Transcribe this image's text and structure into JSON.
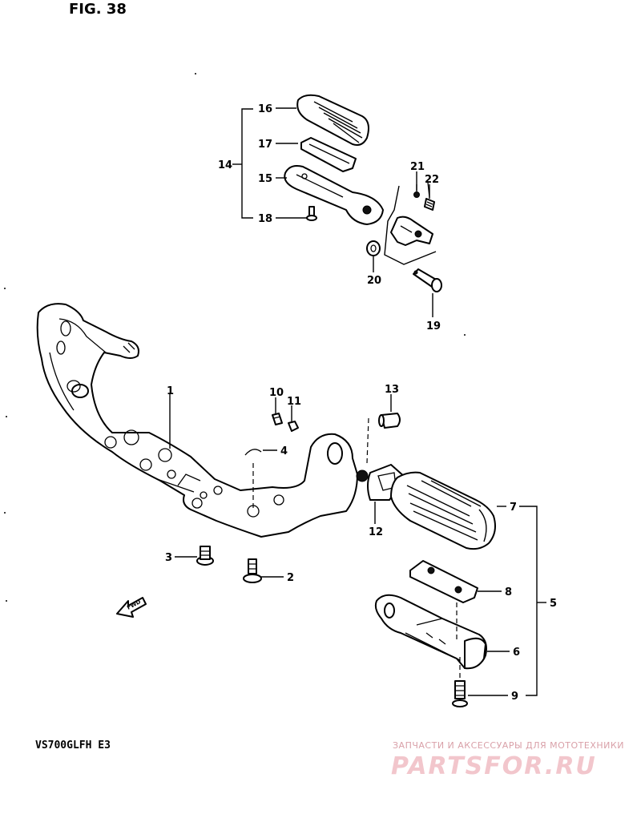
{
  "figure": {
    "title": "FIG. 38",
    "model": "VS700GLFH  E3"
  },
  "arrow": {
    "label": "FWD"
  },
  "watermark": {
    "line1": "ЗАПЧАСТИ И АКСЕССУАРЫ ДЛЯ МОТОТЕХНИКИ",
    "line2": "PARTSFOR.RU"
  },
  "callouts": {
    "c1": "1",
    "c2": "2",
    "c3": "3",
    "c4": "4",
    "c5": "5",
    "c6": "6",
    "c7": "7",
    "c8": "8",
    "c9": "9",
    "c10": "10",
    "c11": "11",
    "c12": "12",
    "c13": "13",
    "c14": "14",
    "c15": "15",
    "c16": "16",
    "c17": "17",
    "c18": "18",
    "c19": "19",
    "c20": "20",
    "c21": "21",
    "c22": "22"
  }
}
